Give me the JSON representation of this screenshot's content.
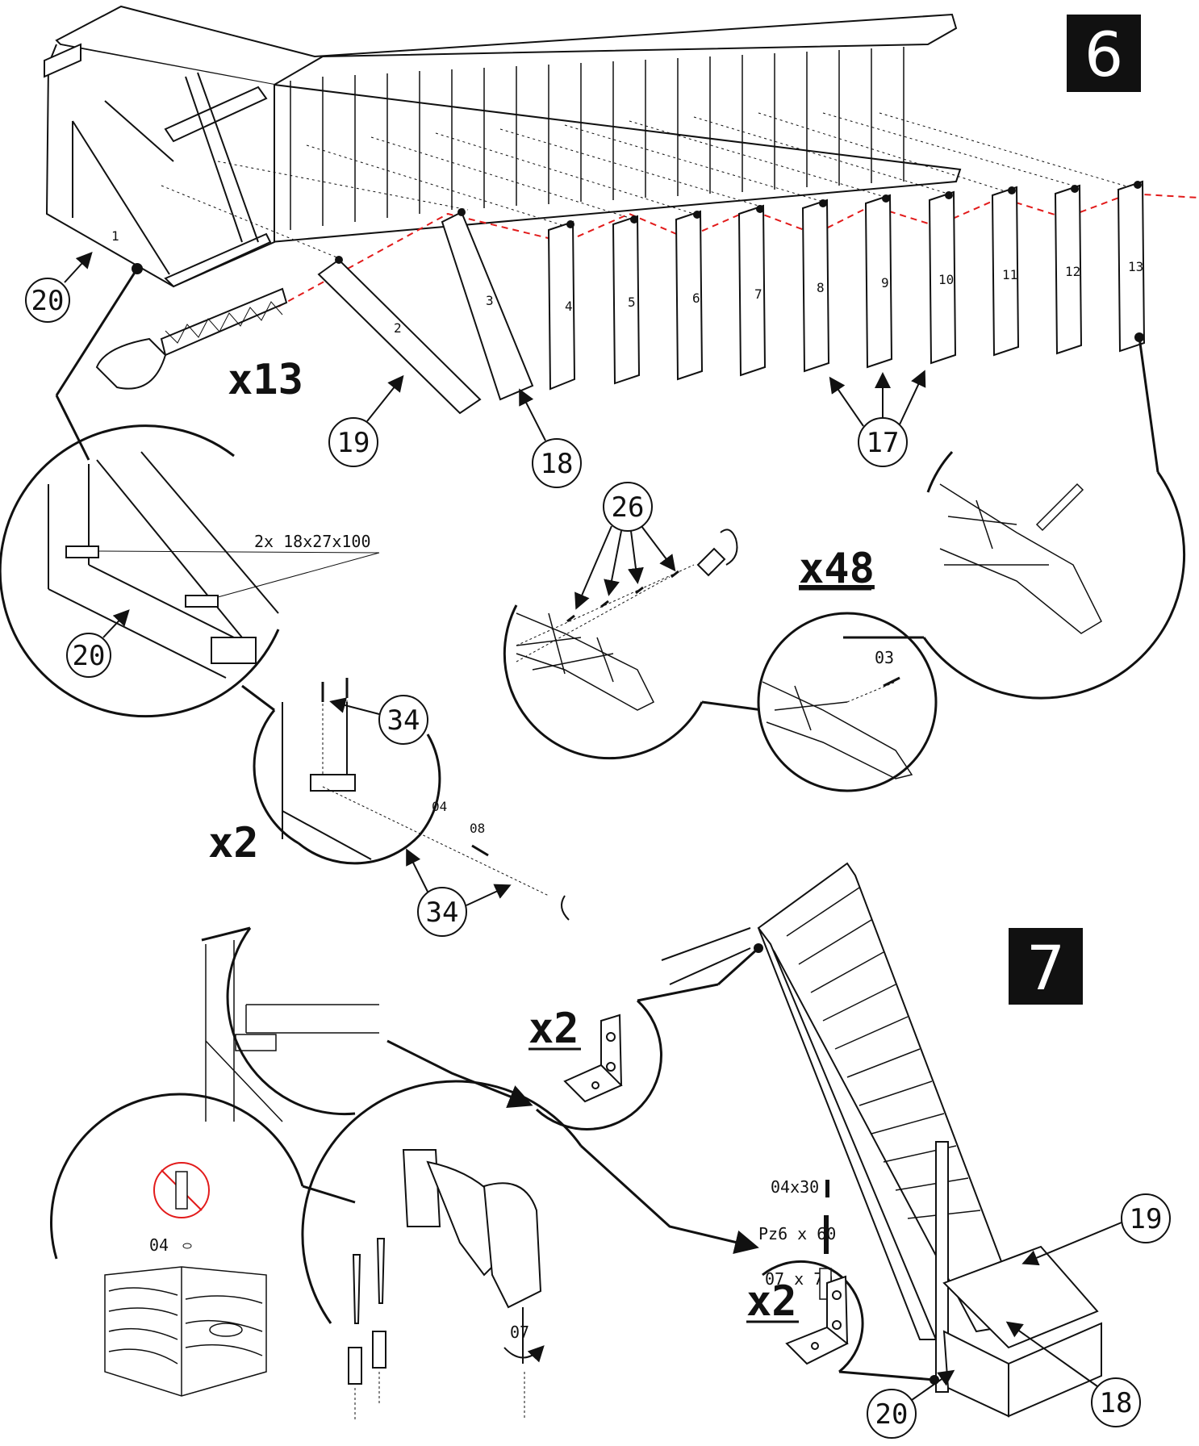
{
  "steps": {
    "step6": "6",
    "step7": "7"
  },
  "step6": {
    "stringer_labels": [
      "1"
    ],
    "tread_labels": [
      "2",
      "3",
      "4",
      "5",
      "6",
      "7",
      "8",
      "9",
      "10",
      "11",
      "12",
      "13"
    ],
    "callouts": {
      "c20_top": "20",
      "c19_top": "19",
      "c18_top": "18",
      "c17": "17",
      "c26": "26",
      "c20_detail": "20",
      "c34_upper": "34",
      "c34_lower": "34"
    },
    "multipliers": {
      "x13": "x13",
      "x48": "x48",
      "x2_bracket": "x2"
    },
    "specs": {
      "block_dims": "2x 18x27x100",
      "drill_03": "03",
      "drill_04": "04",
      "drill_08": "08"
    }
  },
  "step7": {
    "multipliers": {
      "x2_upper": "x2",
      "x2_lower": "x2"
    },
    "specs": {
      "screw_04x30": "04x30",
      "screw_pz6x60": "Pz6 x 60",
      "plug_07x70": "07 x 70",
      "drill_04_wall": "04",
      "drill_07": "07"
    },
    "callouts": {
      "c19": "19",
      "c20": "20",
      "c18": "18"
    }
  }
}
